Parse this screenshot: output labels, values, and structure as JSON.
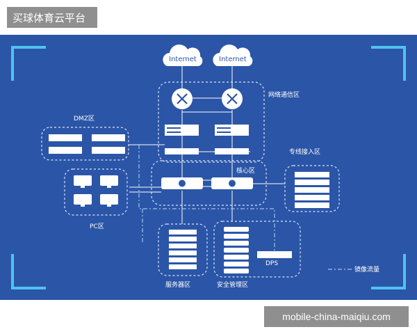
{
  "header": {
    "title": "买球体育云平台"
  },
  "footer": {
    "watermark": "mobile-china-maiqiu.com"
  },
  "diagram": {
    "clouds": [
      "Internet",
      "Internet"
    ],
    "zones": {
      "network": "网络通信区",
      "dmz": "DMZ区",
      "core": "核心区",
      "leased": "专线接入区",
      "pc": "PC区",
      "server": "服务器区",
      "security": "安全管理区",
      "dps": "DPS"
    },
    "legend": "镜像流量"
  },
  "colors": {
    "background": "#2b55a7",
    "corner_accent": "#4ec3f0",
    "line": "#ffffff",
    "mirror_line": "#9fc4ee"
  }
}
